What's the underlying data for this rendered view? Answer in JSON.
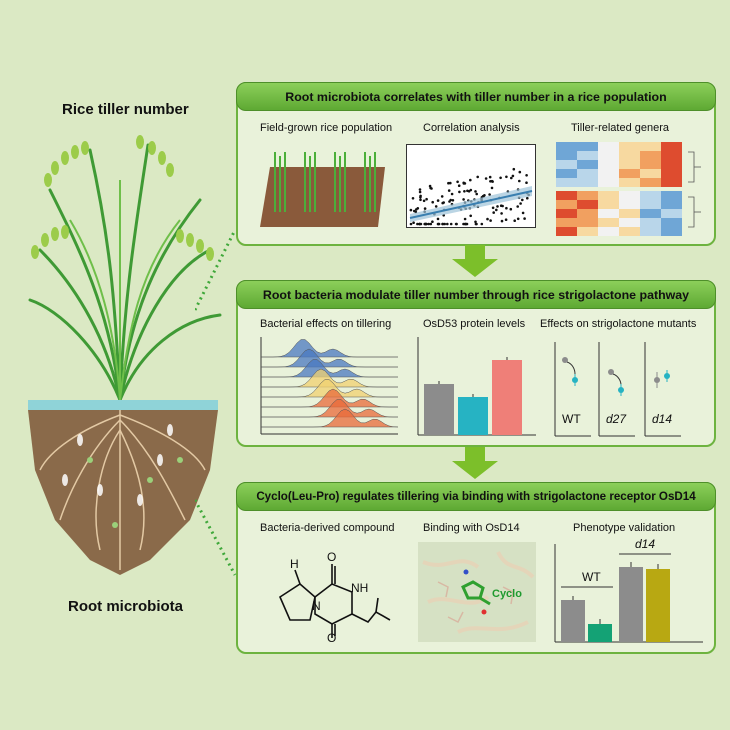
{
  "left": {
    "top_label": "Rice tiller number",
    "bottom_label": "Root microbiota"
  },
  "panel1": {
    "title": "Root microbiota correlates with tiller number in a rice population",
    "sub1": "Field-grown rice population",
    "sub2": "Correlation analysis",
    "sub3": "Tiller-related genera"
  },
  "panel2": {
    "title": "Root bacteria modulate tiller number through rice strigolactone pathway",
    "sub1": "Bacterial effects on tillering",
    "sub2": "OsD53 protein levels",
    "sub3": "Effects on strigolactone mutants",
    "mutants": [
      "WT",
      "d27",
      "d14"
    ]
  },
  "panel3": {
    "title": "Cyclo(Leu-Pro) regulates tillering via binding with strigolactone receptor OsD14",
    "sub1": "Bacteria-derived compound",
    "sub2": "Binding with OsD14",
    "sub3": "Phenotype validation",
    "binding_label": "Cyclo",
    "chem_labels": {
      "h": "H",
      "nh": "NH",
      "n": "N",
      "o1": "O",
      "o2": "O"
    },
    "group_wt": "WT",
    "group_d14": "d14"
  },
  "colors": {
    "background": "#dbe9c4",
    "panel_border": "#6db33f",
    "banner": "#6cb840",
    "arrow": "#7cbf2a",
    "gray_bar": "#8c8c8c",
    "teal_bar": "#26b3c3",
    "pink_bar": "#ef7f78",
    "green_bar": "#14a275",
    "olive_bar": "#b8a812"
  }
}
